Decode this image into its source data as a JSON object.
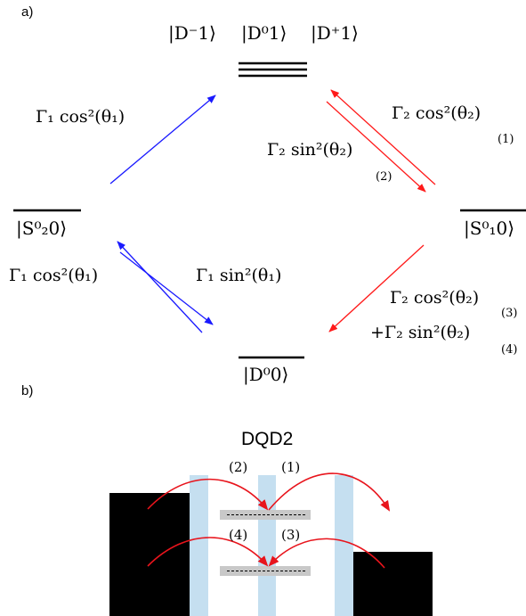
{
  "panel_a": {
    "label": "a)",
    "top_state": {
      "d_minus": "|D⁻1⟩",
      "d_zero": "|D⁰1⟩",
      "d_plus": "|D⁺1⟩"
    },
    "left_state": "|S⁰₂0⟩",
    "right_state": "|S⁰₁0⟩",
    "bottom_state": "|D⁰0⟩",
    "rate_top_left": "Γ₁ cos²(θ₁)",
    "rate_top_right": "Γ₂ cos²(θ₂)",
    "rate_top_right_index": "(1)",
    "rate_mid_right": "Γ₂ sin²(θ₂)",
    "rate_mid_right_index": "(2)",
    "rate_bottom_left_a": "Γ₁ cos²(θ₁)",
    "rate_bottom_left_b": "Γ₁ sin²(θ₁)",
    "rate_bottom_right_a": "Γ₂ cos²(θ₂)",
    "rate_bottom_right_a_index": "(3)",
    "rate_bottom_right_b": "+Γ₂ sin²(θ₂)",
    "rate_bottom_right_b_index": "(4)",
    "colors": {
      "blue": "#1a1aff",
      "red": "#ff1a1a"
    }
  },
  "panel_b": {
    "label": "b)",
    "title": "DQD2",
    "index_1": "(1)",
    "index_2": "(2)",
    "index_3": "(3)",
    "index_4": "(4)",
    "colors": {
      "barrier": "#c5dff0",
      "level": "#c8c8c8",
      "lead": "#000000",
      "arrow": "#e8141c"
    }
  }
}
